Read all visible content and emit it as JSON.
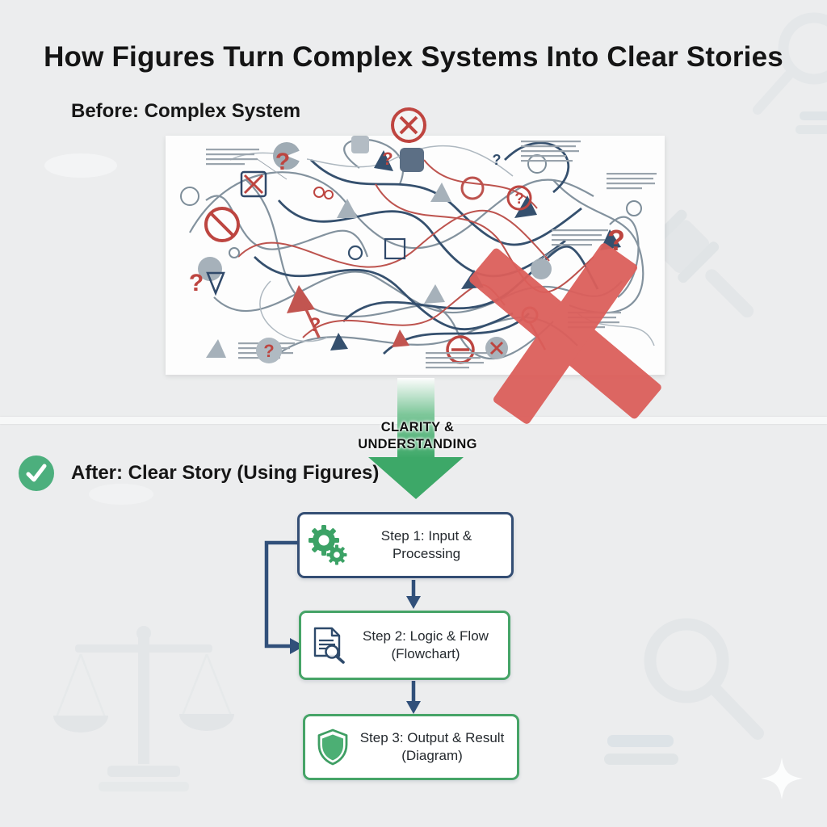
{
  "title": "How Figures Turn Complex Systems Into Clear Stories",
  "before": {
    "label": "Before: Complex System"
  },
  "transition": {
    "line1": "CLARITY &",
    "line2": "UNDERSTANDING"
  },
  "after": {
    "label": "After: Clear Story (Using Figures)"
  },
  "marks": {
    "question": "?"
  },
  "steps": [
    {
      "line1": "Step 1: Input &",
      "line2": "Processing",
      "icon": "gears-icon"
    },
    {
      "line1": "Step 2: Logic & Flow",
      "line2": "(Flowchart)",
      "icon": "document-magnifier-icon"
    },
    {
      "line1": "Step 3: Output & Result",
      "line2": "(Diagram)",
      "icon": "shield-icon"
    }
  ],
  "colors": {
    "background": "#ecedee",
    "panel": "#fdfdfd",
    "navy": "#344e74",
    "slate": "#7d8d99",
    "red": "#bd4540",
    "big_x_red": "#dc5f5b",
    "green": "#3da868",
    "check_green": "#4caf7d",
    "step_green_border": "#46a467",
    "watermark_gray": "#e3e6e8"
  },
  "watermarks": [
    "magnifier-icon-top-right",
    "gavel-icon",
    "scales-icon",
    "magnifier-icon-bottom-right",
    "sparkle-icon"
  ]
}
